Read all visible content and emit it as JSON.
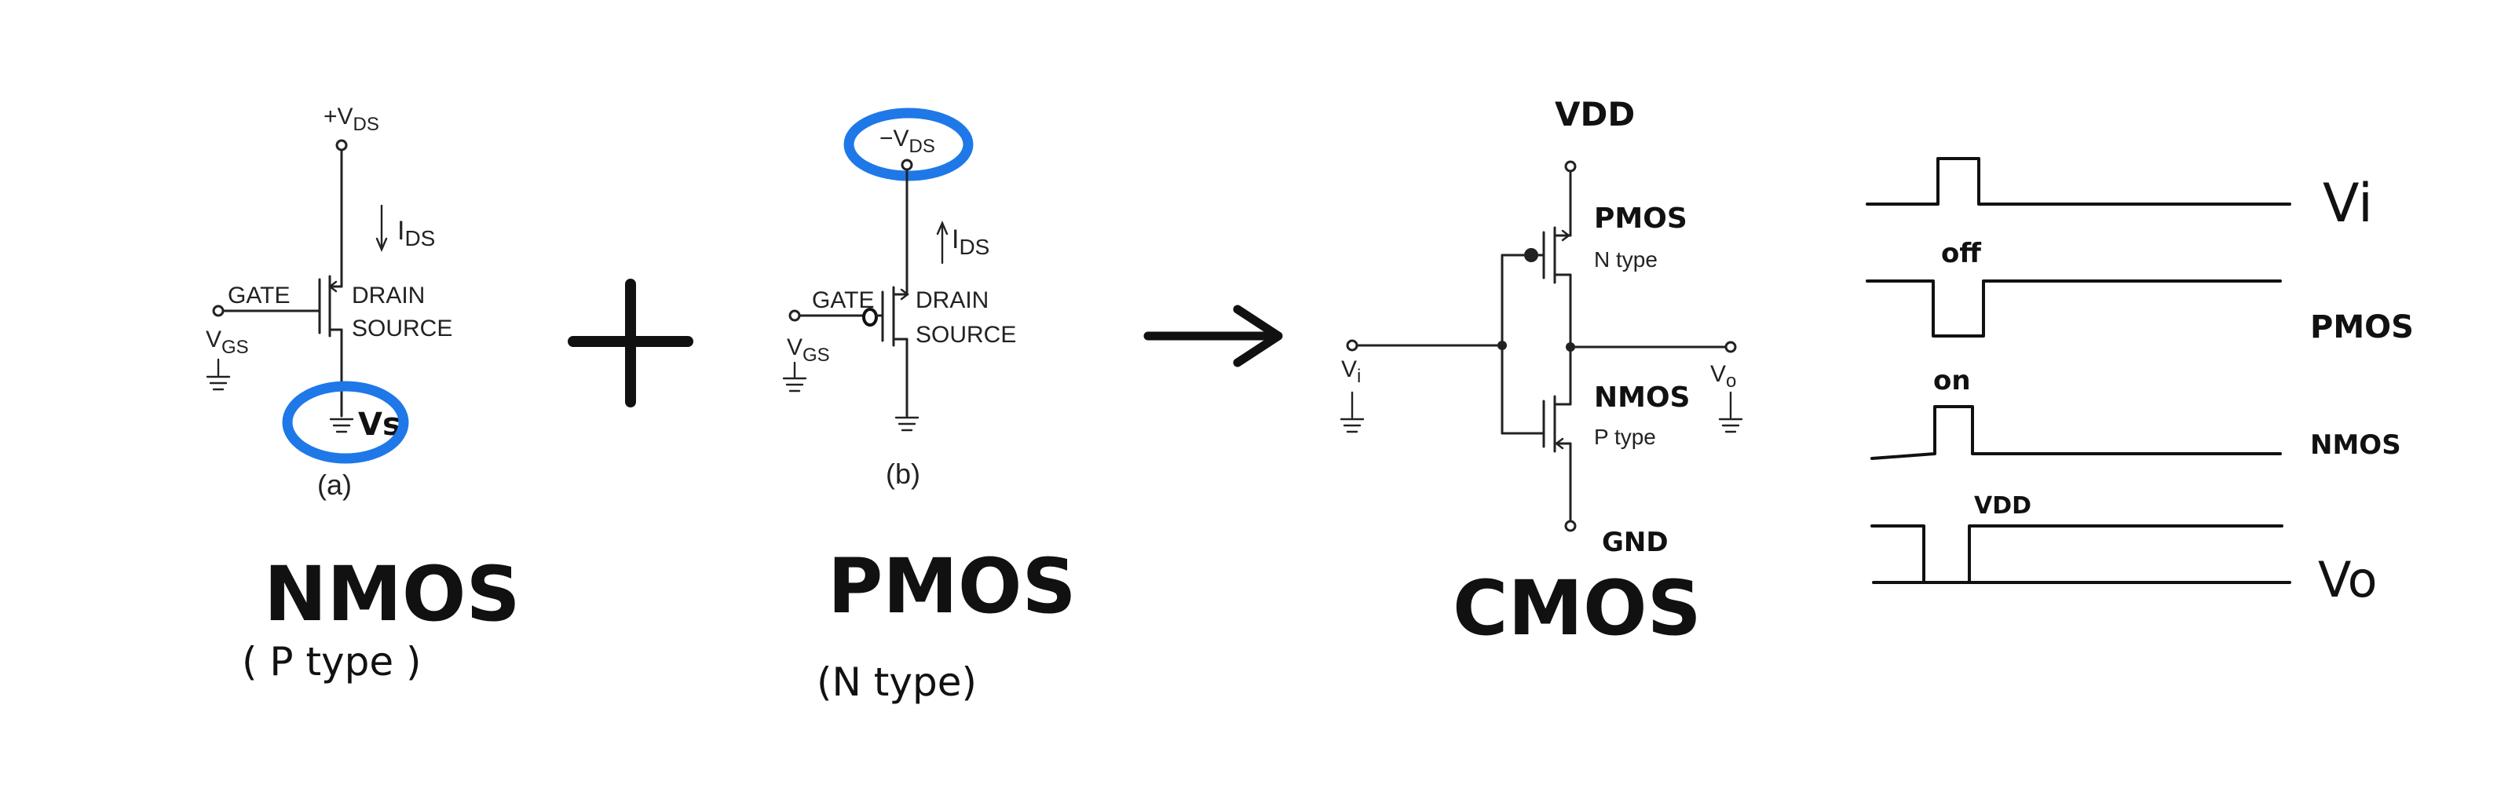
{
  "nmos": {
    "label_fig": "(a)",
    "v_ds": "+V",
    "v_ds_sub": "DS",
    "i_ds": "I",
    "i_ds_sub": "DS",
    "gate": "GATE",
    "drain": "DRAIN",
    "source": "SOURCE",
    "v_gs": "V",
    "v_gs_sub": "GS",
    "vs_note": "Vs",
    "title": "NMOS",
    "subtitle": "( P type )"
  },
  "pmos": {
    "label_fig": "(b)",
    "v_ds": "−V",
    "v_ds_sub": "DS",
    "i_ds": "I",
    "i_ds_sub": "DS",
    "gate": "GATE",
    "drain": "DRAIN",
    "source": "SOURCE",
    "v_gs": "V",
    "v_gs_sub": "GS",
    "title": "PMOS",
    "subtitle": "(N type)"
  },
  "plus_sign": "+",
  "cmos": {
    "vdd": "VDD",
    "pmos_label": "PMOS",
    "pmos_type": "N type",
    "nmos_label": "NMOS",
    "nmos_type": "P type",
    "vi": "V",
    "vi_sub": "i",
    "vo": "V",
    "vo_sub": "o",
    "gnd": "GND",
    "title": "CMOS"
  },
  "waveforms": {
    "vi_label": "Vi",
    "pmos_label": "PMOS",
    "pmos_state": "off",
    "nmos_label": "NMOS",
    "nmos_state": "on",
    "vdd_note": "VDD",
    "vo_label": "Vo"
  },
  "colors": {
    "highlight_circle": "#1E78E8",
    "ink": "#222222"
  }
}
